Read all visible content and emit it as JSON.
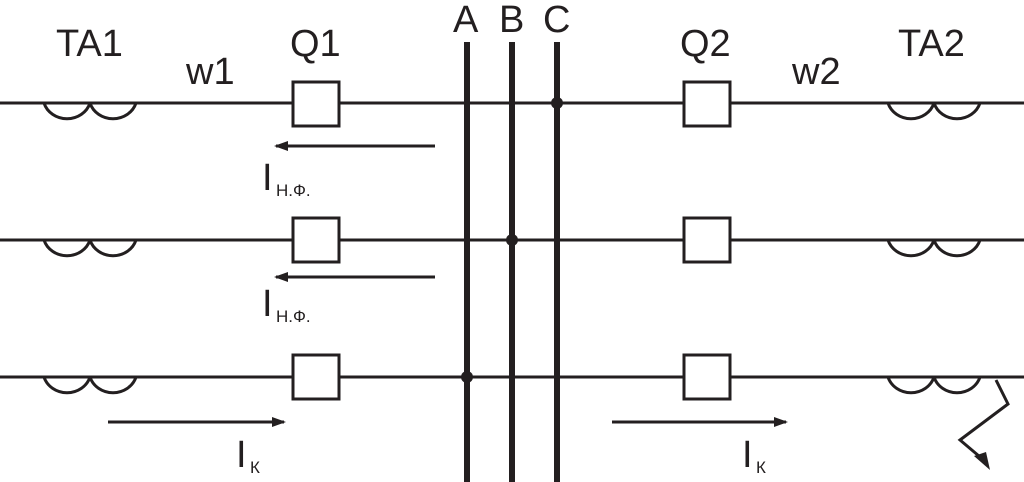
{
  "labels": {
    "ta1": "TA1",
    "ta2": "TA2",
    "q1": "Q1",
    "q2": "Q2",
    "w1": "w1",
    "w2": "w2",
    "bus_a": "A",
    "bus_b": "B",
    "bus_c": "C"
  },
  "currents": {
    "nf_main": "I",
    "nf_sub": "Н.Ф.",
    "k_main": "I",
    "k_sub": "К"
  },
  "colors": {
    "ink": "#231f20",
    "background": "#ffffff"
  }
}
